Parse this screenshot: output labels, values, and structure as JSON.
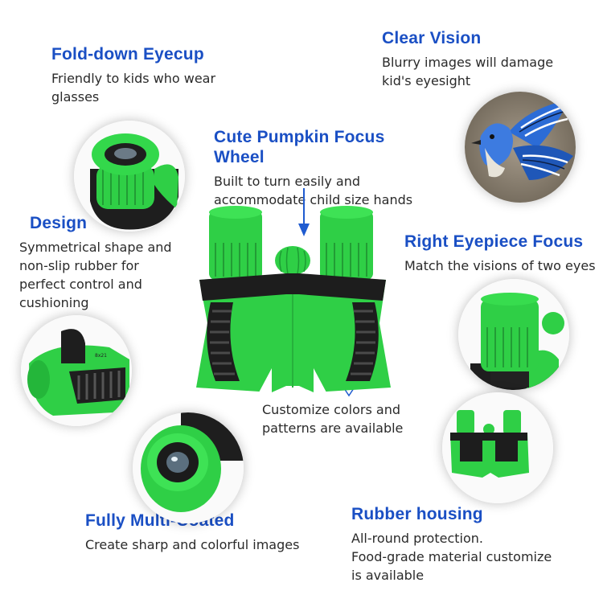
{
  "features": {
    "fold_down_eyecup": {
      "title": "Fold-down Eyecup",
      "desc1": "Friendly to kids who wear",
      "desc2": "glasses"
    },
    "clear_vision": {
      "title": "Clear Vision",
      "desc1": "Blurry images will damage",
      "desc2": "kid's eyesight"
    },
    "pumpkin_focus_wheel": {
      "title": "Cute Pumpkin Focus Wheel",
      "desc1": "Built to turn easily and",
      "desc2": "accommodate child size hands"
    },
    "design": {
      "title": "Design",
      "desc1": "Symmetrical shape and",
      "desc2": "non-slip rubber for",
      "desc3": "perfect control and",
      "desc4": "cushioning"
    },
    "right_eyepiece_focus": {
      "title": "Right Eyepiece Focus",
      "desc1": "Match the visions of two eyes"
    },
    "customize": {
      "desc1": "Customize colors and",
      "desc2": "patterns are available"
    },
    "fully_multi_coated": {
      "title": "Fully Multi-Coated",
      "desc1": "Create sharp and colorful images"
    },
    "rubber_housing": {
      "title": "Rubber housing",
      "desc1": "All-round protection.",
      "desc2": "Food-grade material customize",
      "desc3": "is available"
    }
  },
  "colors": {
    "title_blue": "#1a4fc4",
    "product_green": "#2fcf46",
    "product_dark": "#1d1d1d",
    "arrow_blue": "#1f5bd0"
  }
}
